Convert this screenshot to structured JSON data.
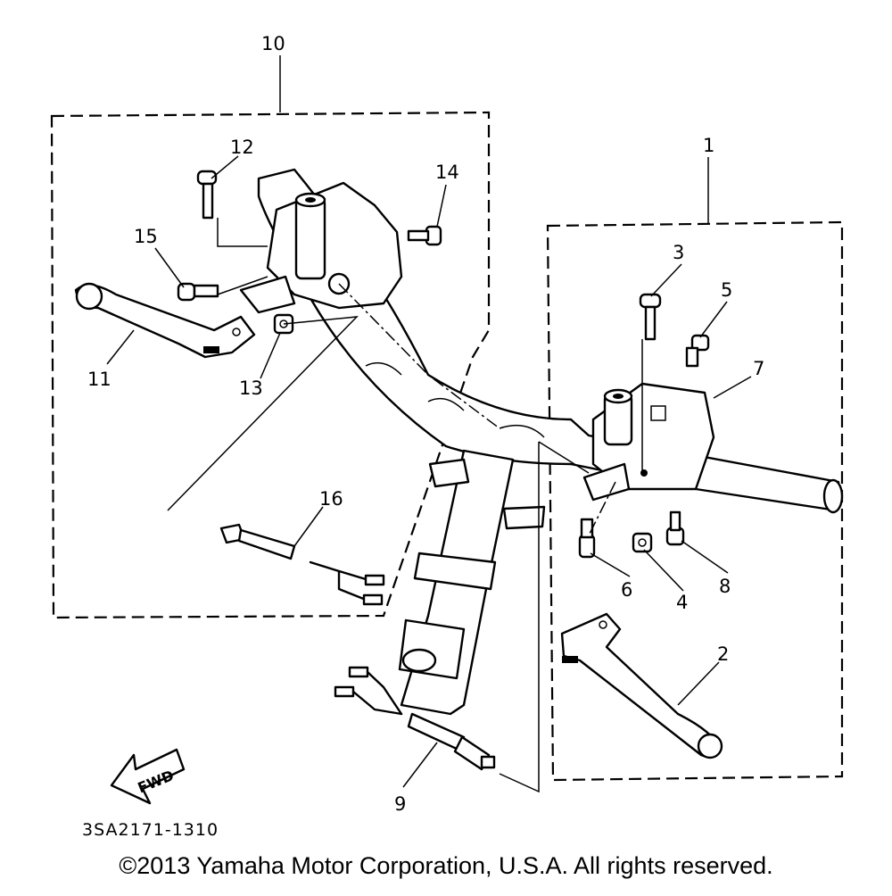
{
  "callouts": {
    "c1": "1",
    "c2": "2",
    "c3": "3",
    "c4": "4",
    "c5": "5",
    "c6": "6",
    "c7": "7",
    "c8": "8",
    "c9": "9",
    "c10": "10",
    "c11": "11",
    "c12": "12",
    "c13": "13",
    "c14": "14",
    "c15": "15",
    "c16": "16"
  },
  "fwd_label": "FWD",
  "diagram_code": "3SA2171-1310",
  "copyright": "©2013 Yamaha Motor Corporation, U.S.A. All rights reserved."
}
